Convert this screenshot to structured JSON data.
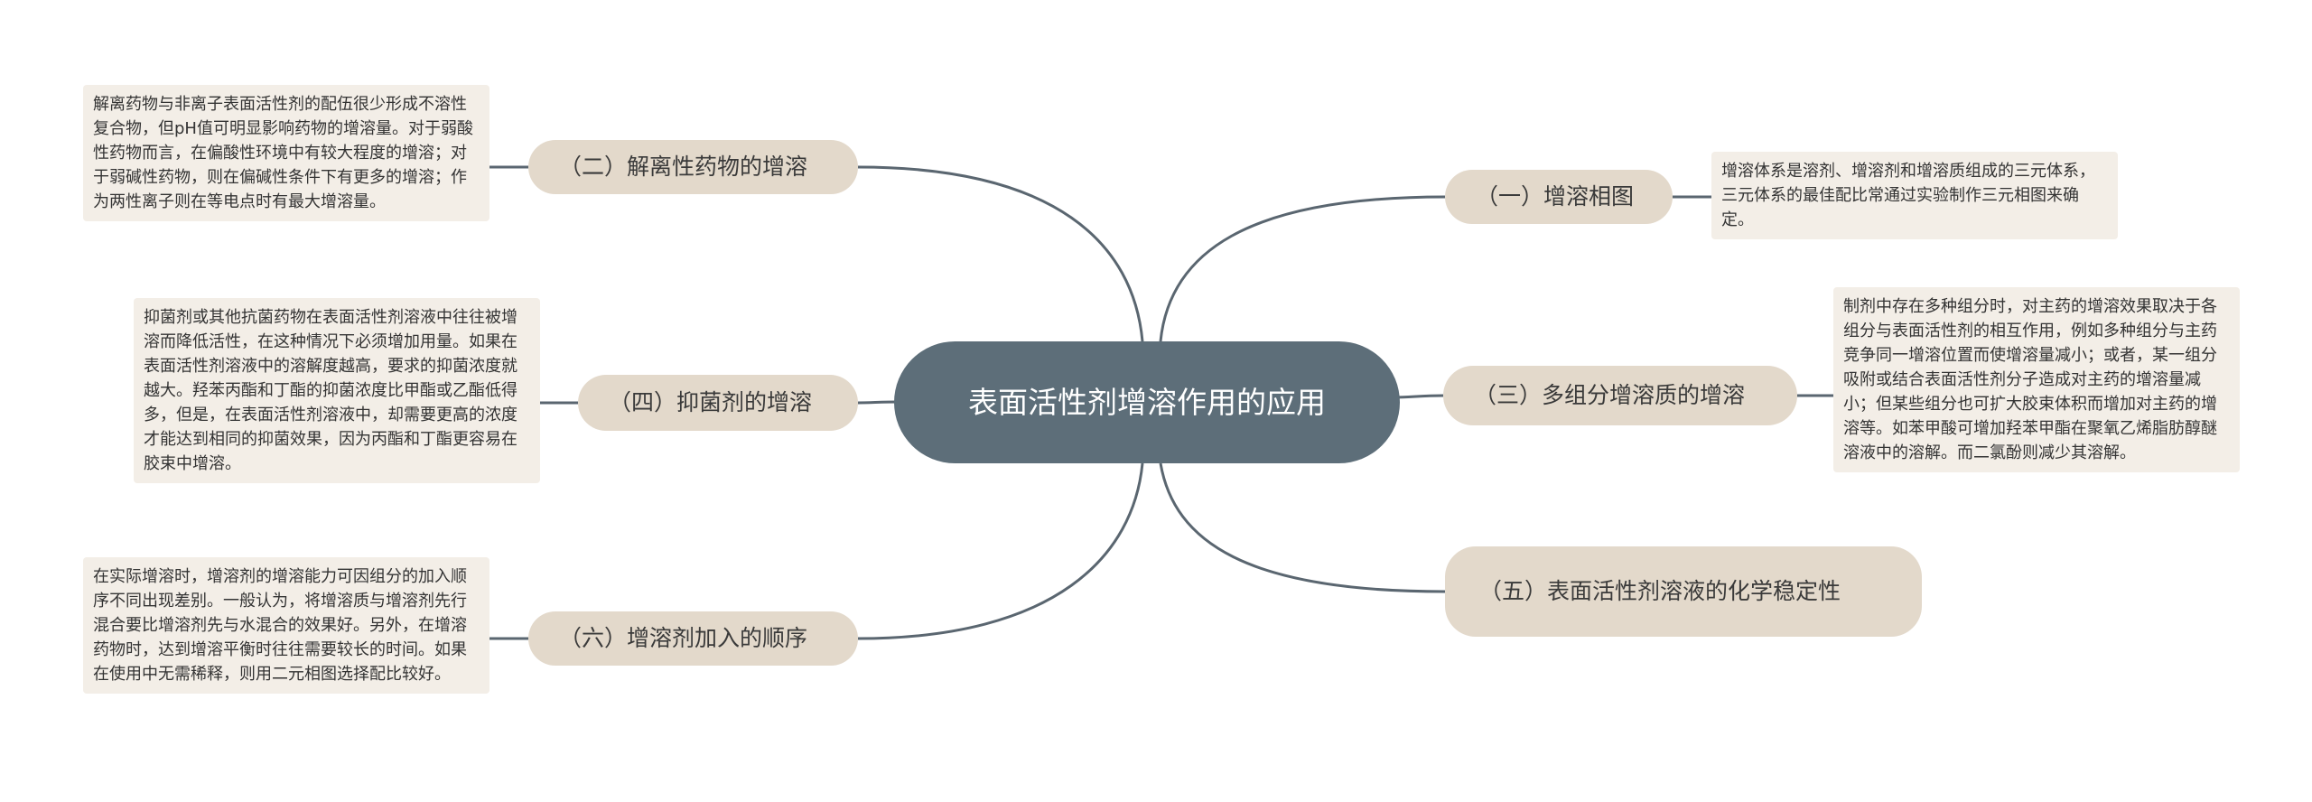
{
  "center": {
    "title": "表面活性剂增溶作用的应用"
  },
  "branches": {
    "b1": {
      "label": "（一）增溶相图",
      "note": "增溶体系是溶剂、增溶剂和增溶质组成的三元体系，三元体系的最佳配比常通过实验制作三元相图来确定。"
    },
    "b2": {
      "label": "（二）解离性药物的增溶",
      "note": "解离药物与非离子表面活性剂的配伍很少形成不溶性复合物，但pH值可明显影响药物的增溶量。对于弱酸性药物而言，在偏酸性环境中有较大程度的增溶；对于弱碱性药物，则在偏碱性条件下有更多的增溶；作为两性离子则在等电点时有最大增溶量。"
    },
    "b3": {
      "label": "（三）多组分增溶质的增溶",
      "note": "制剂中存在多种组分时，对主药的增溶效果取决于各组分与表面活性剂的相互作用，例如多种组分与主药竞争同一增溶位置而使增溶量减小；或者，某一组分吸附或结合表面活性剂分子造成对主药的增溶量减小；但某些组分也可扩大胶束体积而增加对主药的增溶等。如苯甲酸可增加羟苯甲酯在聚氧乙烯脂肪醇醚溶液中的溶解。而二氯酚则减少其溶解。"
    },
    "b4": {
      "label": "（四）抑菌剂的增溶",
      "note": "抑菌剂或其他抗菌药物在表面活性剂溶液中往往被增溶而降低活性，在这种情况下必须增加用量。如果在表面活性剂溶液中的溶解度越高，要求的抑菌浓度就越大。羟苯丙酯和丁酯的抑菌浓度比甲酯或乙酯低得多，但是，在表面活性剂溶液中，却需要更高的浓度才能达到相同的抑菌效果，因为丙酯和丁酯更容易在胶束中增溶。"
    },
    "b5": {
      "label": "（五）表面活性剂溶液的化学稳定性"
    },
    "b6": {
      "label": "（六）增溶剂加入的顺序",
      "note": "在实际增溶时，增溶剂的增溶能力可因组分的加入顺序不同出现差别。一般认为，将增溶质与增溶剂先行混合要比增溶剂先与水混合的效果好。另外，在增溶药物时，达到增溶平衡时往往需要较长的时间。如果在使用中无需稀释，则用二元相图选择配比较好。"
    }
  },
  "colors": {
    "center": "#5d6e79",
    "branch": "#e3d9cb",
    "note": "#f3eee7",
    "line": "#5a6670"
  }
}
